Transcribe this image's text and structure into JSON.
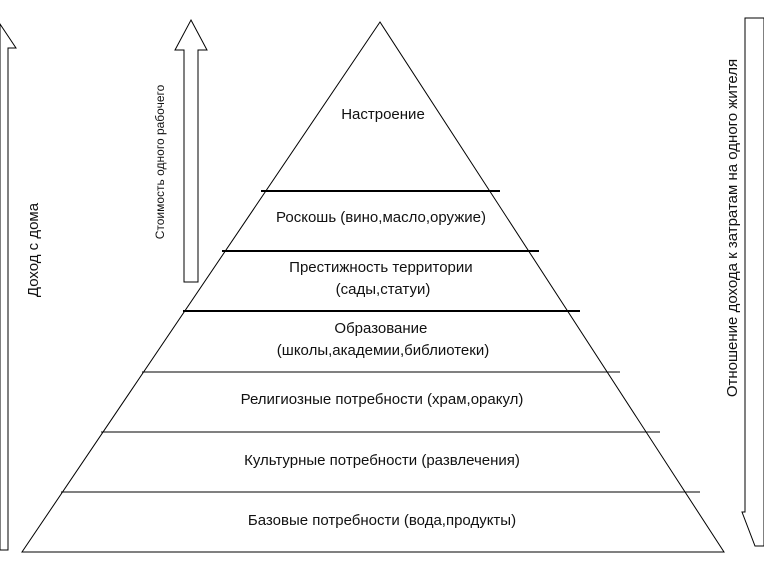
{
  "pyramid": {
    "levels": [
      {
        "lines": [
          "Настроение"
        ]
      },
      {
        "lines": [
          "Роскошь (вино,масло,оружие)"
        ]
      },
      {
        "lines": [
          "Престижность территории",
          "(сады,статуи)"
        ]
      },
      {
        "lines": [
          "Образование",
          "(школы,академии,библиотеки)"
        ]
      },
      {
        "lines": [
          "Религиозные потребности (храм,оракул)"
        ]
      },
      {
        "lines": [
          "Культурные потребности (развлечения)"
        ]
      },
      {
        "lines": [
          "Базовые потребности (вода,продукты)"
        ]
      }
    ]
  },
  "arrows": {
    "left_label": "Доход с дома",
    "middle_label": "Стоимость одного рабочего",
    "right_label": "Отношение дохода к затратам на одного жителя"
  }
}
